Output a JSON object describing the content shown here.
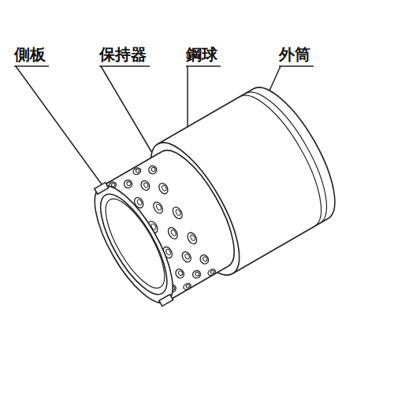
{
  "diagram": {
    "labels": [
      "側板",
      "保持器",
      "鋼球",
      "外筒"
    ]
  }
}
